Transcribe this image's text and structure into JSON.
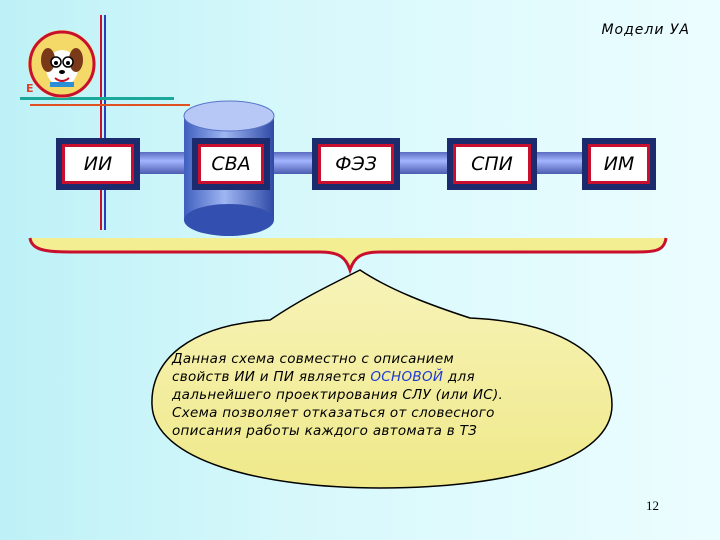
{
  "header": {
    "title": "Модели УА"
  },
  "slide": {
    "number": "12"
  },
  "logo": {
    "letter": "E",
    "icon": "dog-mascot-logo"
  },
  "diagram": {
    "blocks": [
      {
        "id": "ii",
        "label": "ИИ"
      },
      {
        "id": "sva",
        "label": "СВА"
      },
      {
        "id": "fez",
        "label": "ФЭЗ"
      },
      {
        "id": "spi",
        "label": "СПИ"
      },
      {
        "id": "im",
        "label": "ИМ"
      }
    ],
    "connector": "horizontal-pipe",
    "database_shape": "cylinder"
  },
  "callout": {
    "line1": "Данная схема совместно с описанием",
    "line2_before": "свойств ИИ и ПИ является ",
    "line2_highlight": "ОСНОВОЙ",
    "line2_after": " для",
    "line3": "дальнейшего проектирования СЛУ (или ИС).",
    "line4": "Схема позволяет отказаться от словесного",
    "line5": "описания работы каждого автомата в ТЗ"
  },
  "colors": {
    "block_frame": "#1c2a6e",
    "block_border": "#c8102e",
    "pipe": "#7386d6",
    "callout_fill": "#f3ee92",
    "highlight": "#1d3bd6"
  }
}
